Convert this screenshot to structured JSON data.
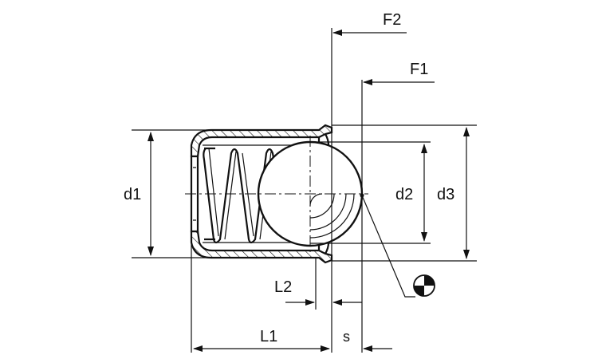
{
  "labels": {
    "f2": "F2",
    "f1": "F1",
    "d1": "d1",
    "d2": "d2",
    "d3": "d3",
    "l2": "L2",
    "l1": "L1",
    "s": "s"
  },
  "icons": {
    "center_of_gravity": "center-of-gravity-symbol"
  },
  "colors": {
    "line": "#111111",
    "background": "#ffffff"
  }
}
